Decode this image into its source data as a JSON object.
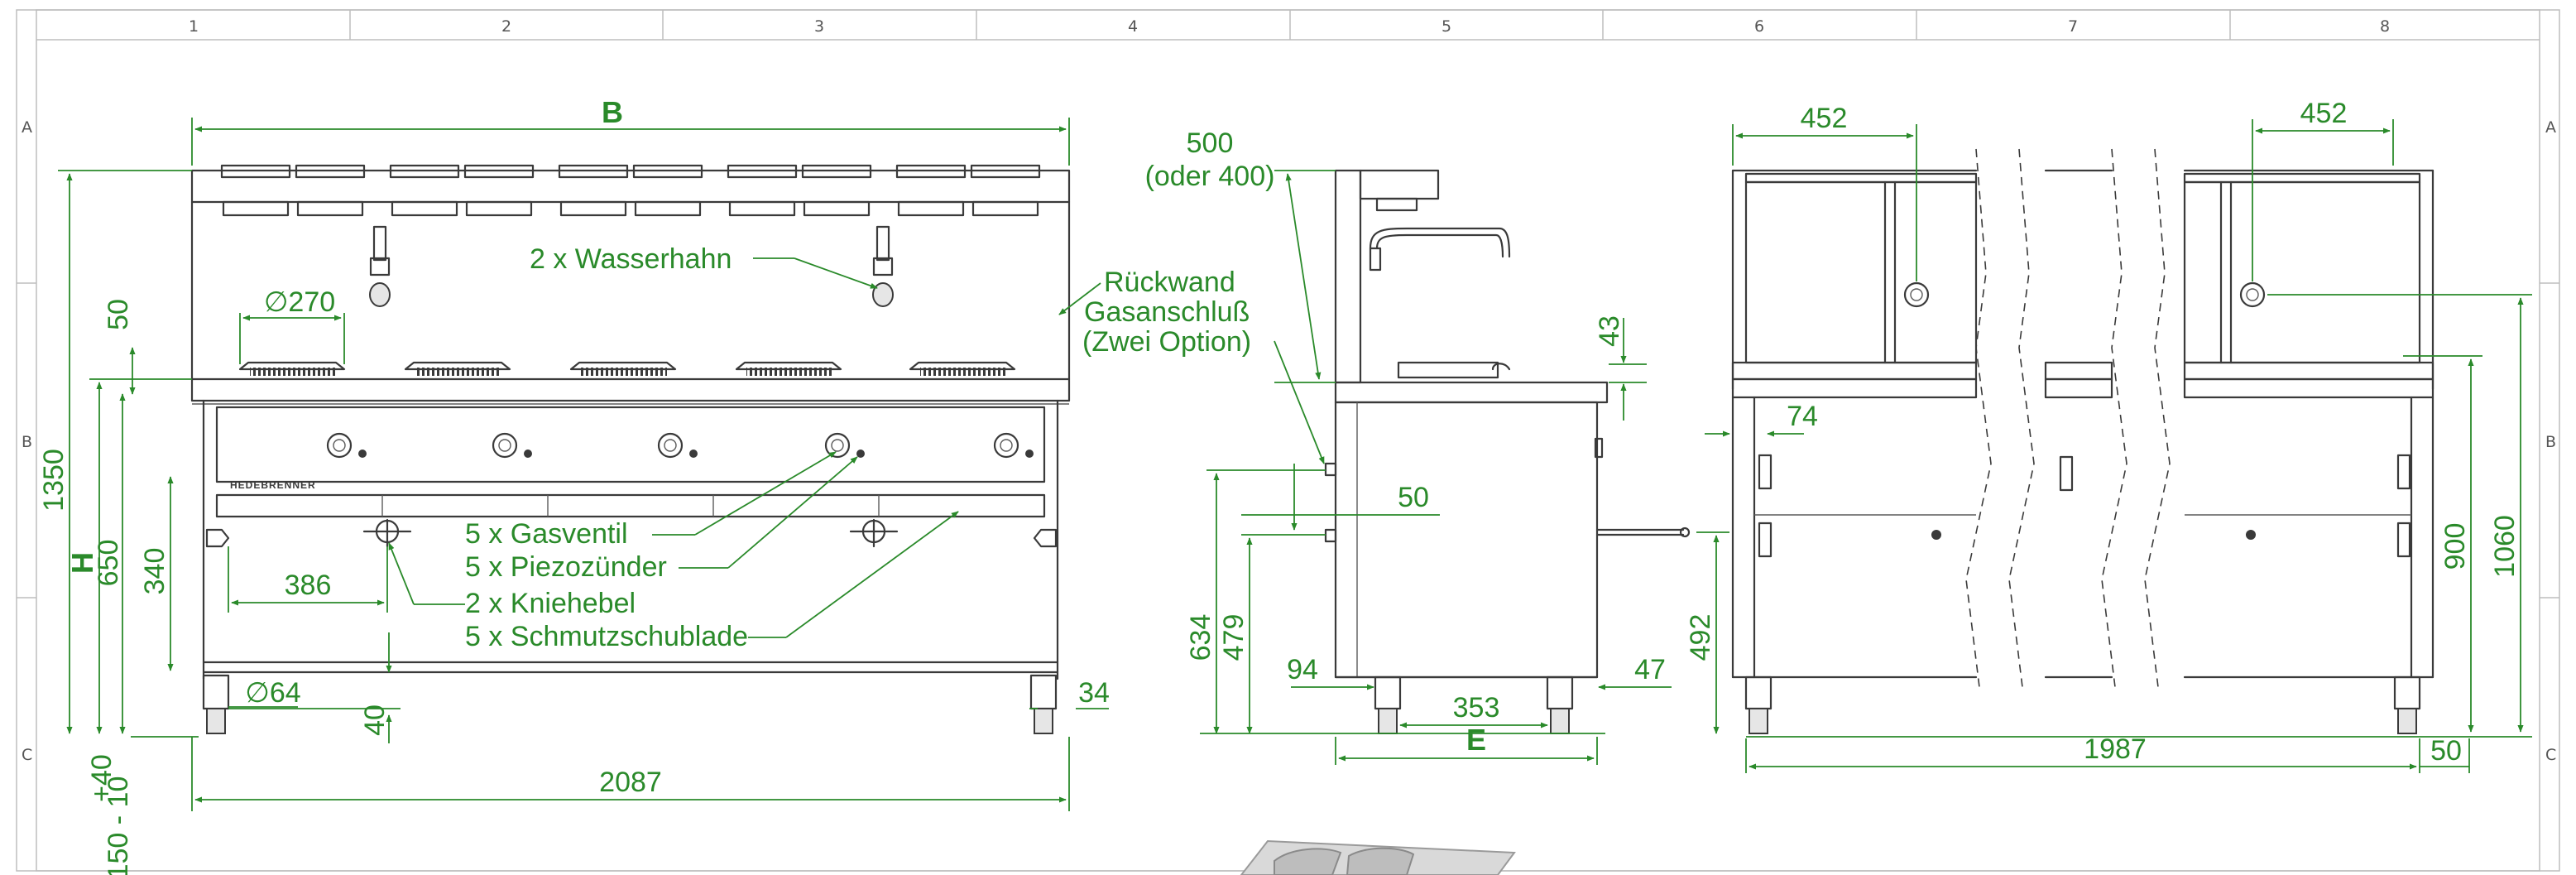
{
  "grid": {
    "columns": [
      "1",
      "2",
      "3",
      "4",
      "5",
      "6",
      "7",
      "8"
    ],
    "rows": [
      "A",
      "B",
      "C"
    ]
  },
  "front_view": {
    "width_label": "B",
    "height_label": "H",
    "overall_height": "1350",
    "counter_height": "650",
    "top_offset": "50",
    "shelf_height": "340",
    "burner_diameter": "∅270",
    "burner_spacing": "386",
    "foot_diameter": "∅64",
    "foot_adjust_top": "+40",
    "foot_adjust_base": "150 - 10",
    "foot_height": "40",
    "foot_side": "34",
    "overall_width": "2087",
    "brand": "HEDEBRENNER"
  },
  "callouts": {
    "faucet": "2 x Wasserhahn",
    "back_wall": "Rückwand",
    "gas_valve": "5 x Gasventil",
    "piezo": "5 x Piezozünder",
    "knee_lever": "2 x Kniehebel",
    "drawer": "5 x Schmutzschublade",
    "gas_connection_1": "Gasanschluß",
    "gas_connection_2": "(Zwei Option)"
  },
  "side_view": {
    "backwall_height": "500",
    "backwall_option": "(oder 400)",
    "top_thickness": "43",
    "connection_offset": "50",
    "height_634": "634",
    "height_479": "479",
    "height_492": "492",
    "offset_94": "94",
    "foot_spacing": "353",
    "offset_47": "47",
    "depth_label": "E"
  },
  "back_view": {
    "left_offset": "452",
    "right_offset": "452",
    "side_offset": "74",
    "height_900": "900",
    "height_1060": "1060",
    "overall_width": "1987",
    "edge_offset": "50"
  }
}
